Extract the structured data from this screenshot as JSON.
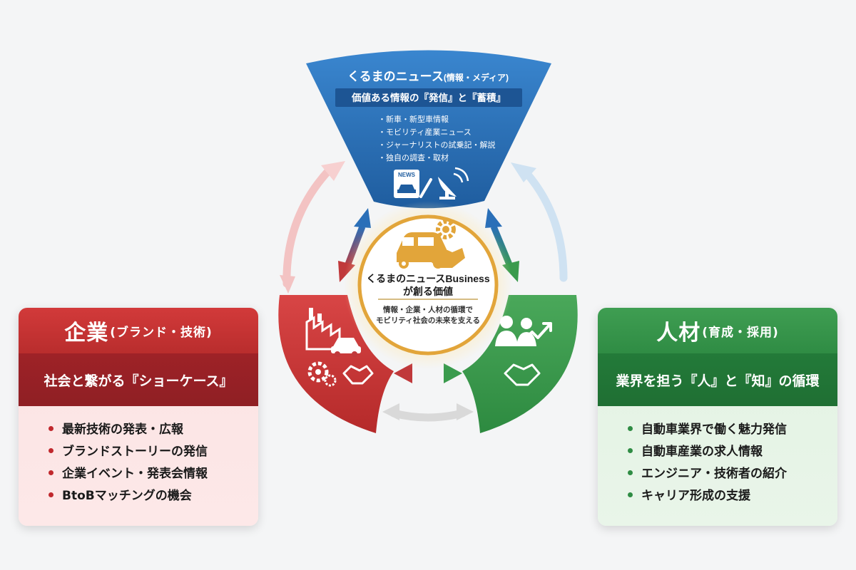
{
  "top_wedge": {
    "title": "くるまのニュース",
    "subtitle": "(情報・メディア)",
    "tagline": "価値ある情報の『発信』と『蓄積』",
    "items": [
      "新車・新型車情報",
      "モビリティ産業ニュース",
      "ジャーナリストの試乗記・解説",
      "独自の調査・取材"
    ],
    "news_badge": "NEWS"
  },
  "center": {
    "title_line1": "くるまのニュースBusiness",
    "title_line2": "が創る価値",
    "desc_line1": "情報・企業・人材の循環で",
    "desc_line2": "モビリティ社会の未来を支える"
  },
  "left_panel": {
    "title": "企業",
    "subtitle": "(ブランド・技術)",
    "tagline": "社会と繋がる『ショーケース』",
    "items": [
      "最新技術の発表・広報",
      "ブランドストーリーの発信",
      "企業イベント・発表会情報",
      "BtoBマッチングの機会"
    ]
  },
  "right_panel": {
    "title": "人材",
    "subtitle": "(育成・採用)",
    "tagline": "業界を担う『人』と『知』の循環",
    "items": [
      "自動車業界で働く魅力発信",
      "自動車産業の求人情報",
      "エンジニア・技術者の紹介",
      "キャリア形成の支援"
    ]
  },
  "colors": {
    "blue": "#2a6fb8",
    "red": "#cc3a3a",
    "green": "#3f9a4e",
    "gold": "#e2a53a"
  },
  "icons": [
    "newspaper-car-icon",
    "satellite-dish-icon",
    "center-car-icon",
    "gear-icon",
    "handshake-icon",
    "factory-icon",
    "people-icon",
    "growth-arrow-icon"
  ]
}
